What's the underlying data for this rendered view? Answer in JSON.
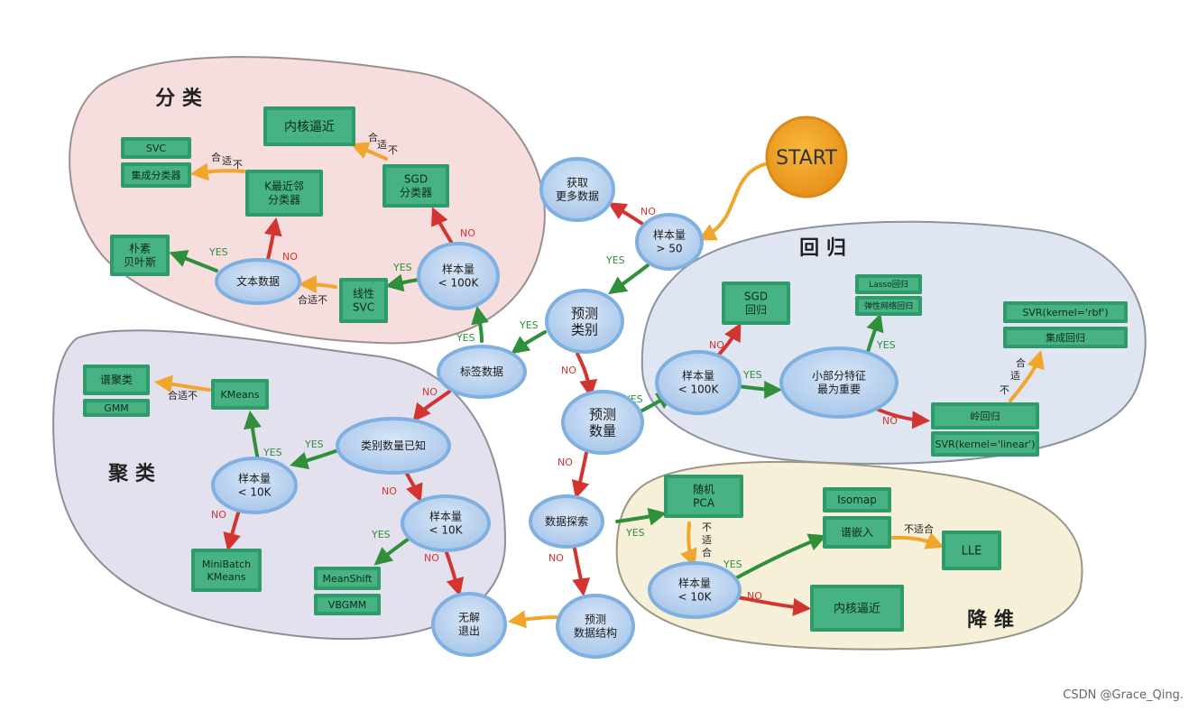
{
  "colors": {
    "classification_bg": "#f6dede",
    "clustering_bg": "#e4e1ef",
    "regression_bg": "#dfe6f2",
    "reduction_bg": "#f6f0d9",
    "oval_fill": "#bcd3ee",
    "oval_border": "#7fb0e0",
    "box_fill": "#2f9a6a",
    "box_inner": "#40b07e",
    "yes": "#2f8f3a",
    "no": "#d2342f",
    "not_suitable": "#f0a52c",
    "start": "#f4a623"
  },
  "regions": {
    "classification": "分 类",
    "clustering": "聚 类",
    "regression": "回 归",
    "reduction": "降 维"
  },
  "start": "START",
  "ovals": {
    "samples_gt50": [
      "样本量",
      "> 50"
    ],
    "get_more_data": [
      "获取",
      "更多数据"
    ],
    "predict_category": [
      "预测",
      "类别"
    ],
    "labeled_data": [
      "标签数据"
    ],
    "predict_quantity": [
      "预测",
      "数量"
    ],
    "data_explore": [
      "数据探索"
    ],
    "predict_structure": [
      "预测",
      "数据结构"
    ],
    "no_solution": [
      "无解",
      "退出"
    ],
    "cls_samples": [
      "样本量",
      "< 100K"
    ],
    "text_data": [
      "文本数据"
    ],
    "k_known": [
      "类别数量已知"
    ],
    "clu_samples_a": [
      "样本量",
      "< 10K"
    ],
    "clu_samples_b": [
      "样本量",
      "< 10K"
    ],
    "reg_samples": [
      "样本量",
      "< 100K"
    ],
    "few_features": [
      "小部分特征",
      "最为重要"
    ],
    "dr_samples": [
      "样本量",
      "< 10K"
    ]
  },
  "boxes": {
    "kernel_approx": [
      "内核逼近"
    ],
    "svc": [
      "SVC"
    ],
    "ensemble_cls": [
      "集成分类器"
    ],
    "knn": [
      "K最近邻",
      "分类器"
    ],
    "sgd_cls": [
      "SGD",
      "分类器"
    ],
    "naive_bayes": [
      "朴素",
      "贝叶斯"
    ],
    "linear_svc": [
      "线性",
      "SVC"
    ],
    "spectral": [
      "谱聚类"
    ],
    "gmm": [
      "GMM"
    ],
    "kmeans": [
      "KMeans"
    ],
    "minibatch": [
      "MiniBatch",
      "KMeans"
    ],
    "meanshift": [
      "MeanShift"
    ],
    "vbgmm": [
      "VBGMM"
    ],
    "sgd_reg": [
      "SGD",
      "回归"
    ],
    "lasso": [
      "Lasso回归"
    ],
    "elastic_net": [
      "弹性网络回归"
    ],
    "svr_rbf": [
      "SVR(kernel='rbf')"
    ],
    "ensemble_reg": [
      "集成回归"
    ],
    "ridge": [
      "岭回归"
    ],
    "svr_linear": [
      "SVR(kernel='linear')"
    ],
    "random_pca": [
      "随机",
      "PCA"
    ],
    "isomap": [
      "Isomap"
    ],
    "spectral_embed": [
      "谱嵌入"
    ],
    "lle": [
      "LLE"
    ],
    "kernel_approx_dr": [
      "内核逼近"
    ]
  },
  "edge_labels": {
    "yes": "YES",
    "no": "NO",
    "not_suitable": "合适不",
    "not_suitable_alt": "不适合",
    "not_suitable_v": [
      "不",
      "适",
      "合"
    ],
    "suitable_not_v": [
      "合",
      "适",
      "不"
    ],
    "suitable_not_tilt": [
      "合",
      "适",
      "不"
    ]
  },
  "watermark": "CSDN @Grace_Qing."
}
